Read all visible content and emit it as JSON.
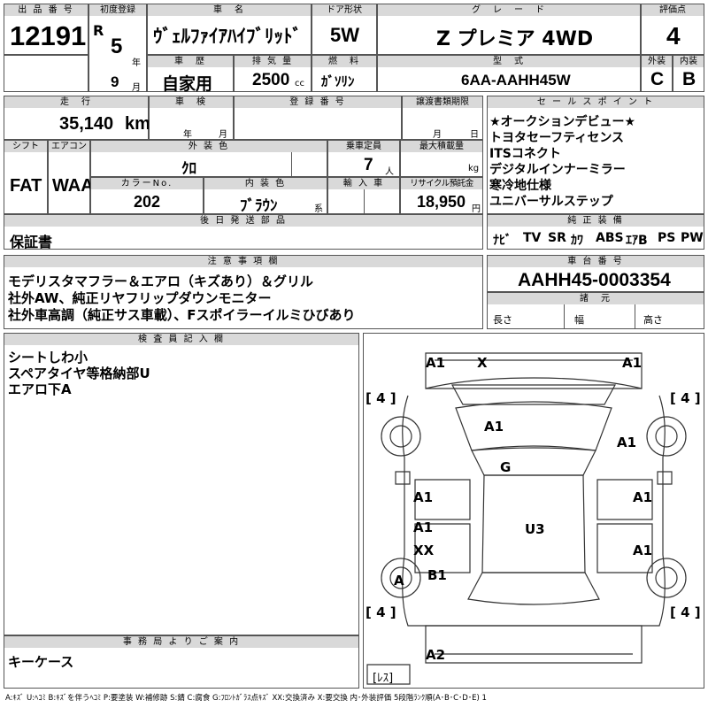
{
  "header": {
    "lot_no": {
      "label": "出 品 番 号",
      "value": "12191"
    },
    "first_reg": {
      "label": "初度登録",
      "era": "R",
      "year": "5",
      "year_unit": "年",
      "month": "9",
      "month_unit": "月"
    },
    "car_name": {
      "label": "車　名",
      "value": "ｳﾞｪﾙﾌｧｲｱﾊｲﾌﾞﾘｯﾄﾞ"
    },
    "door": {
      "label": "ドア形状",
      "value": "5W"
    },
    "grade": {
      "label": "グ　レ　ー　ド",
      "value": "Z プレミア 4WD"
    },
    "score": {
      "label": "評価点",
      "value": "4"
    },
    "history": {
      "label": "車　歴",
      "value": "自家用"
    },
    "displacement": {
      "label": "排 気 量",
      "value": "2500",
      "unit": "cc"
    },
    "fuel": {
      "label": "燃　料",
      "value": "ｶﾞｿﾘﾝ"
    },
    "model": {
      "label": "型　式",
      "value": "6AA-AAHH45W"
    },
    "exterior": {
      "label": "外装",
      "value": "C"
    },
    "interior": {
      "label": "内装",
      "value": "B"
    }
  },
  "row2": {
    "mileage": {
      "label": "走　行",
      "value": "35,140",
      "unit": "km"
    },
    "inspection": {
      "label": "車　検",
      "year_unit": "年",
      "month_unit": "月"
    },
    "reg_no": {
      "label": "登 録 番 号"
    },
    "transfer": {
      "label": "譲渡書類期限",
      "month_unit": "月",
      "day_unit": "日"
    },
    "shift": {
      "label": "シフト",
      "value": "FAT"
    },
    "ac": {
      "label": "エアコン",
      "value": "WAA"
    },
    "color": {
      "label": "外 装 色",
      "value": "ｸﾛ"
    },
    "seats": {
      "label": "乗車定員",
      "value": "7",
      "unit": "人"
    },
    "max_load": {
      "label": "最大積載量",
      "unit": "kg"
    },
    "color_no": {
      "label": "カラーNo.",
      "value": "202"
    },
    "int_color": {
      "label": "内 装 色",
      "value": "ﾌﾞﾗｳﾝ",
      "unit": "系"
    },
    "import": {
      "label": "輸 入 車"
    },
    "recycle": {
      "label": "リサイクル預託金",
      "value": "18,950",
      "unit": "円"
    },
    "later": {
      "label": "後 日 発 送 部 品",
      "value": "保証書"
    }
  },
  "sales_points": {
    "label": "セ ー ル ス ポ イ ン ト",
    "items": [
      "★オークションデビュー★",
      "トヨタセーフティセンス",
      "ITSコネクト",
      "デジタルインナーミラー",
      "寒冷地仕様",
      "ユニバーサルステップ"
    ]
  },
  "equipment": {
    "label": "純 正 装 備",
    "items": [
      "ﾅﾋﾞ",
      "TV",
      "SR",
      "ｶﾜ",
      "ABS",
      "ｴｱB",
      "PS",
      "PW"
    ]
  },
  "caution": {
    "label": "注 意 事 項 欄",
    "lines": [
      "モデリスタマフラー＆エアロ（キズあり）＆グリル",
      "社外AW、純正リヤフリップダウンモニター",
      "社外車高調（純正サス車載）、Fスポイラーイルミひびあり"
    ]
  },
  "chassis": {
    "label": "車 台 番 号",
    "value": "AAHH45-0003354"
  },
  "dimensions": {
    "label": "諸　元",
    "length": "長さ",
    "width": "幅",
    "height": "高さ"
  },
  "inspector": {
    "label": "検 査 員 記 入 欄",
    "lines": [
      "シートしわ小",
      "スペアタイヤ等格納部U",
      "エアロ下A"
    ]
  },
  "office": {
    "label": "事 務 局 よ り ご 案 内",
    "value": "キーケース"
  },
  "diagram": {
    "marks": [
      "A1",
      "X",
      "A1",
      "A1",
      "A1",
      "G",
      "A1",
      "A1",
      "A1",
      "U3",
      "XX",
      "A1",
      "A",
      "B1",
      "A2"
    ],
    "tire_labels": [
      "[ 4 ]",
      "[ 4 ]",
      "[ 4 ]",
      "[ 4 ]"
    ],
    "spare_label": "[ﾚｽ]"
  },
  "legend": "A:ｷｽﾞ U:ﾍｺﾐ B:ｷｽﾞを伴うﾍｺﾐ P:要塗装 W:補修跡 S:錆 C:腐食 G:ﾌﾛﾝﾄｶﾞﾗｽ点ｷｽﾞ XX:交換済み X:要交換 内･外装評価 5段階ﾗﾝｸ順(A･B･C･D･E) 1"
}
